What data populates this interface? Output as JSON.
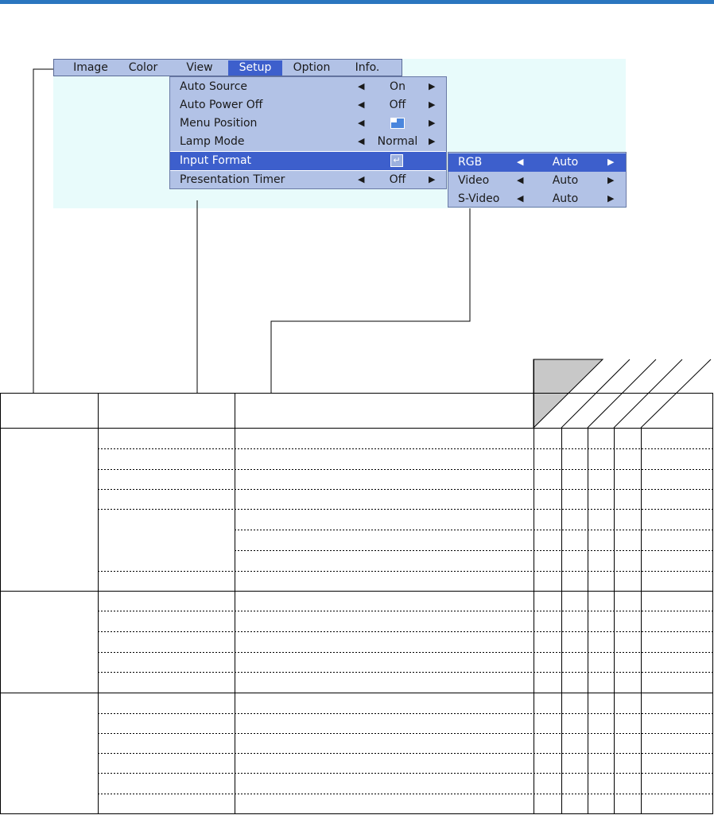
{
  "menu": {
    "tabs": [
      {
        "label": "Image"
      },
      {
        "label": "Color"
      },
      {
        "label": "View"
      },
      {
        "label": "Setup"
      },
      {
        "label": "Option"
      },
      {
        "label": "Info."
      }
    ],
    "active_tab": "Setup"
  },
  "setup_menu": {
    "items": [
      {
        "label": "Auto Source",
        "value": "On"
      },
      {
        "label": "Auto Power Off",
        "value": "Off"
      },
      {
        "label": "Menu Position",
        "value": "menu-position-icon"
      },
      {
        "label": "Lamp Mode",
        "value": "Normal"
      },
      {
        "label": "Input Format",
        "value": "enter-icon"
      },
      {
        "label": "Presentation Timer",
        "value": "Off"
      }
    ],
    "selected": "Input Format"
  },
  "input_format_menu": {
    "items": [
      {
        "label": "RGB",
        "value": "Auto"
      },
      {
        "label": "Video",
        "value": "Auto"
      },
      {
        "label": "S-Video",
        "value": "Auto"
      }
    ],
    "selected": "RGB"
  },
  "arrows": {
    "left": "◀",
    "right": "▶",
    "enter": "↵"
  },
  "colors": {
    "top_bar": "#2a76bf",
    "menu_bg": "#b2c2e6",
    "menu_selected": "#3d5fcc",
    "panel_bg": "#e8fbfb"
  }
}
